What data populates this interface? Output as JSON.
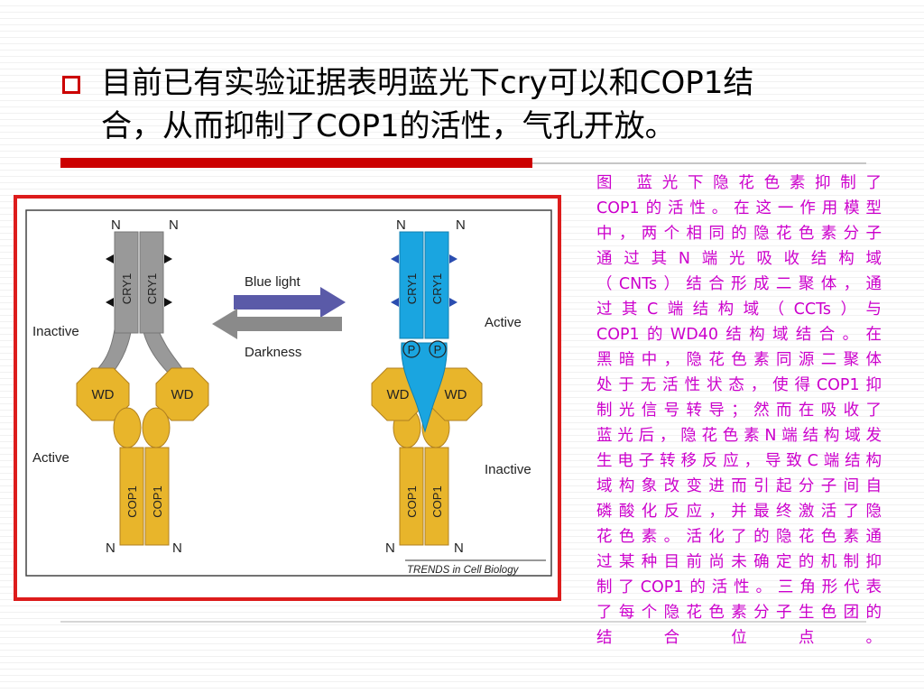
{
  "slide": {
    "title_lines": [
      "目前已有实验证据表明蓝光下cry可以和COP1结",
      "合，从而抑制了COP1的活性，气孔开放。"
    ]
  },
  "figure": {
    "labels": {
      "n": "N",
      "cry1": "CRY1",
      "cop1": "COP1",
      "wd": "WD",
      "p": "P",
      "inactive": "Inactive",
      "active": "Active",
      "blue_light": "Blue light",
      "darkness": "Darkness",
      "source": "TRENDS in Cell Biology"
    },
    "colors": {
      "inactive_cry": "#999999",
      "active_cry": "#1aa5e0",
      "cop1": "#e8b52b",
      "arrow_blue": "#5a5aa8",
      "arrow_gray": "#8a8a8a"
    }
  },
  "caption": {
    "lines": [
      "图 蓝光下隐花色素抑制了",
      "COP1的活性。在这一作用模型",
      "中，两个相同的隐花色素分子",
      "通过其N端光吸收结构域",
      "（CNTs）结合形成二聚体，通",
      "过其C端结构域（CCTs）与",
      "COP1的WD40结构域结合。在",
      "黑暗中，隐花色素同源二聚体",
      "处于无活性状态，使得COP1抑",
      "制光信号转导；然而在吸收了",
      "蓝光后，隐花色素N端结构域发",
      "生电子转移反应，导致C端结构",
      "域构象改变进而引起分子间自",
      "磷酸化反应，并最终激活了隐",
      "花色素。活化了的隐花色素通",
      "过某种目前尚未确定的机制抑",
      "制了COP1的活性。三角形代表",
      "了每个隐花色素分子生色团的",
      "结合位点。"
    ]
  }
}
